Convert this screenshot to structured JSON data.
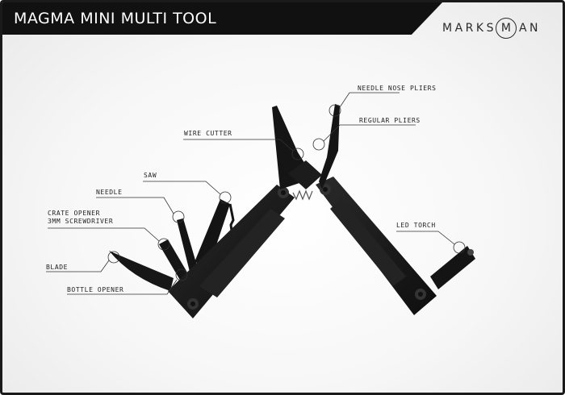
{
  "header": {
    "title": "MAGMA MINI MULTI TOOL",
    "brand": {
      "before": "MARKS",
      "circled": "M",
      "after": "AN"
    }
  },
  "labels": {
    "needle_nose_pliers": "NEEDLE NOSE PLIERS",
    "regular_pliers": "REGULAR PLIERS",
    "wire_cutter": "WIRE CUTTER",
    "saw": "SAW",
    "needle": "NEEDLE",
    "crate_opener": "CRATE OPENER",
    "screwdriver": "3MM SCREWDRIVER",
    "blade": "BLADE",
    "bottle_opener": "BOTTLE OPENER",
    "led_torch": "LED TORCH"
  },
  "colors": {
    "banner": "#111111",
    "tool": "#161616",
    "line": "#333333"
  }
}
